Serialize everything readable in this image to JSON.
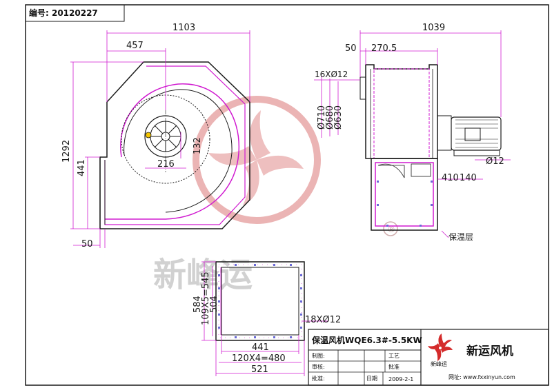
{
  "header": {
    "drawing_no": "编号: 20120227"
  },
  "front_view": {
    "dims": {
      "width_total": "1103",
      "width_partial": "457",
      "height_total": "1292",
      "outlet_height": "441",
      "outlet_offset": "50",
      "hub_dia": "216",
      "hub_height": "132"
    }
  },
  "side_view": {
    "dims": {
      "length_total": "1039",
      "flange": "50",
      "inlet_depth": "270.5",
      "holes": "16XØ12",
      "dia_outer": "Ø710",
      "dia_mid": "Ø680",
      "dia_inner": "Ø630",
      "shaft": "Ø12",
      "base_a": "410",
      "base_b": "140",
      "insulation_label": "保温层"
    }
  },
  "outlet_view": {
    "dims": {
      "height_total": "584",
      "hole_pattern_v": "109X5=545",
      "height_inner": "504",
      "holes": "18XØ12",
      "width_inner": "441",
      "hole_pattern_h": "120X4=480",
      "width_total": "521"
    }
  },
  "title_block": {
    "model": "保温风机WQE6.3#-5.5KW",
    "designer_label": "制图:",
    "checker_label": "审核:",
    "process_label": "工艺",
    "approve_label": "批准",
    "date_label": "日期",
    "approver_label": "批准:",
    "date_value": "2009-2-1",
    "company_name": "新运风机",
    "logo_caption": "新峰运",
    "website": "网址: www.fxxinyun.com"
  },
  "watermark": {
    "text": "新峰运",
    "registered": "®"
  },
  "colors": {
    "line": "#1a1a1a",
    "accent": "#d01ad0",
    "watermark": "#e8a8a8",
    "watermark_text": "#c9c9c9",
    "logo": "#d42b2b"
  }
}
